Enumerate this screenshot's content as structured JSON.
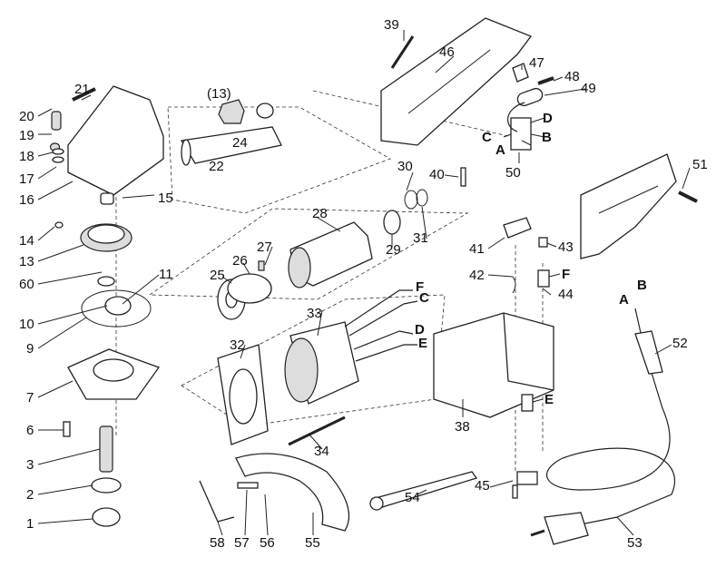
{
  "diagram": {
    "type": "exploded parts diagram",
    "part_labels": [
      "20",
      "21",
      "19",
      "18",
      "17",
      "16",
      "15",
      "14",
      "13",
      "60",
      "11",
      "10",
      "9",
      "7",
      "6",
      "3",
      "2",
      "1",
      "(13)",
      "24",
      "22",
      "28",
      "27",
      "26",
      "25",
      "29",
      "30",
      "31",
      "39",
      "46",
      "47",
      "48",
      "49",
      "50",
      "40",
      "51",
      "41",
      "43",
      "42",
      "44",
      "33",
      "32",
      "38",
      "34",
      "55",
      "56",
      "57",
      "58",
      "54",
      "45",
      "52",
      "53"
    ],
    "connector_labels": {
      "switch_d": "D",
      "switch_c": "C",
      "switch_b": "B",
      "switch_a": "A",
      "brush_f": "F",
      "stator_f": "F",
      "stator_c": "C",
      "stator_d": "D",
      "stator_e": "E",
      "housing_e": "E",
      "cord_a": "A",
      "cord_b": "B"
    }
  }
}
